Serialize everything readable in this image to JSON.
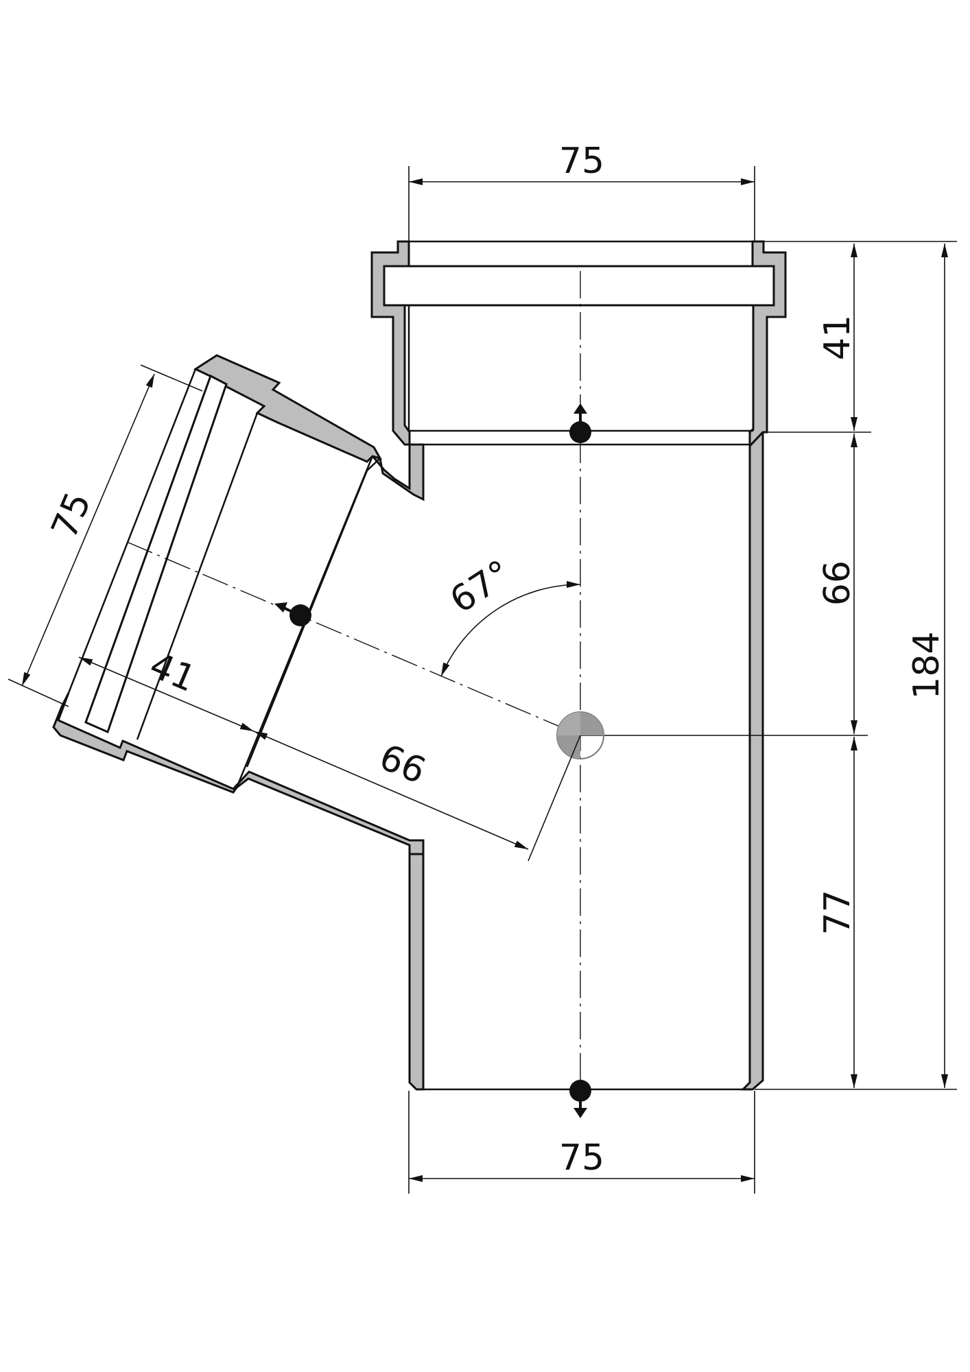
{
  "dimensions": {
    "top_width": "75",
    "bottom_width": "75",
    "branch_diameter": "75",
    "branch_socket": "41",
    "branch_length": "66",
    "angle": "67°",
    "right_socket": "41",
    "right_upper": "66",
    "right_lower": "77",
    "total_height": "184"
  },
  "colors": {
    "wall_fill": "#bdbdbd",
    "line": "#111111",
    "background": "#ffffff"
  }
}
